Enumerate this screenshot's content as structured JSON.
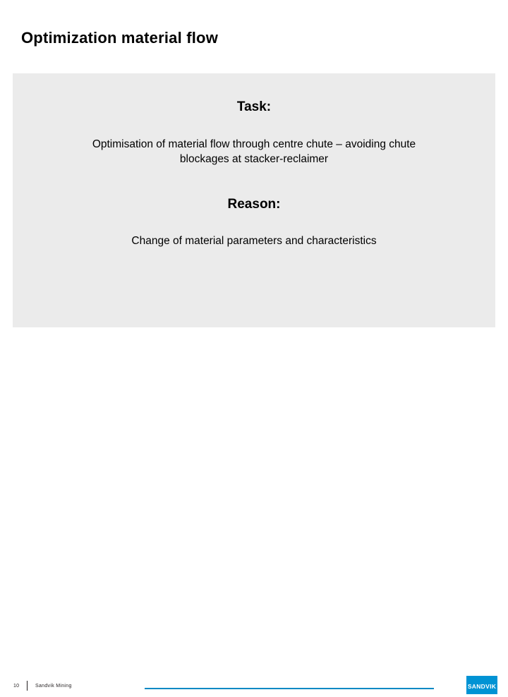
{
  "slide": {
    "title": "Optimization material flow",
    "sections": [
      {
        "heading": "Task:",
        "body_lines": [
          "Optimisation of material flow through centre chute – avoiding chute",
          "blockages at stacker-reclaimer"
        ]
      },
      {
        "heading": "Reason:",
        "body_lines": [
          "Change of material parameters and characteristics"
        ]
      }
    ]
  },
  "footer": {
    "page_number": "10",
    "label": "Sandvik Mining",
    "logo_text": "SANDVIK",
    "accent_color": "#0089c4",
    "logo_color": "#0093d4",
    "content_bg": "#ebebeb"
  }
}
